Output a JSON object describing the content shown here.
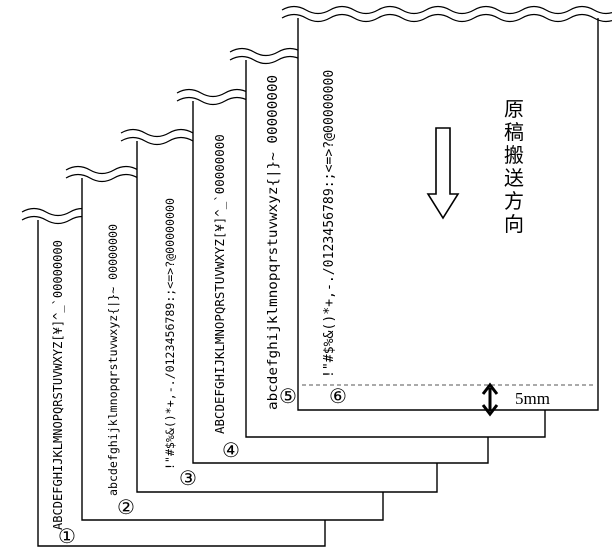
{
  "sheets": [
    {
      "number": "①",
      "text": "ABCDEFGHIJKLMNOPQRSTUVWXYZ[¥]^_`00000000"
    },
    {
      "number": "②",
      "text": "abcdefghijklmnopqrstuvwxyz{|}~ 00000000"
    },
    {
      "number": "③",
      "text": "!\"#$%&()*+,-./0123456789:;<=>?@00000000"
    },
    {
      "number": "④",
      "text": "ABCDEFGHIJKLMNOPQRSTUVWXYZ[¥]^_`00000000"
    },
    {
      "number": "⑤",
      "text": "abcdefghijklmnopqrstuvwxyz{|}~ 00000000"
    },
    {
      "number": "⑥",
      "text": "!\"#$%&()*+,-./0123456789:;<=>?@00000000"
    }
  ],
  "direction_label": [
    "原",
    "稿",
    "搬",
    "送",
    "方",
    "向"
  ],
  "margin_label": "5mm"
}
